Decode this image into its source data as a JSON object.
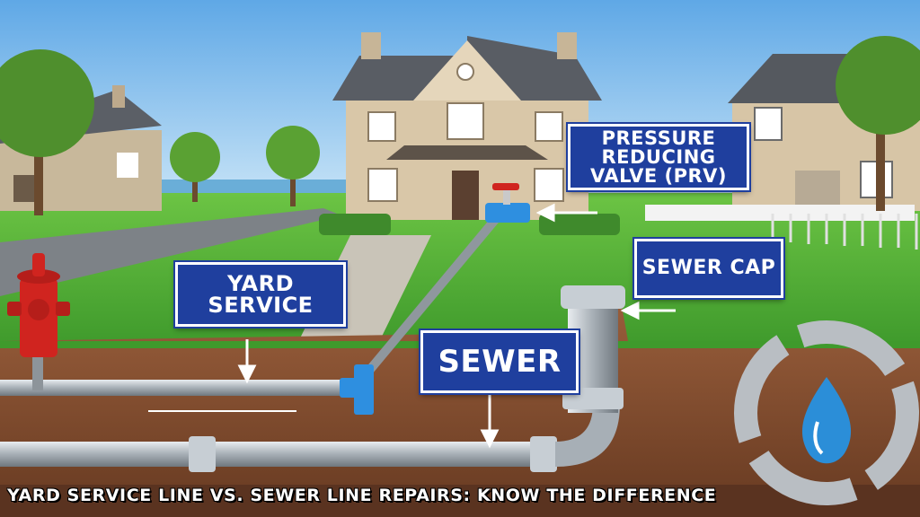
{
  "labels": {
    "prv": "Pressure Reducing Valve (PRV)",
    "sewer_cap": "Sewer Cap",
    "yard_service": "Yard Service",
    "sewer": "Sewer"
  },
  "caption": "Yard Service Line vs. Sewer Line Repairs: Know the Difference",
  "logo": {
    "icon": "water-drop-icon"
  },
  "colors": {
    "label_bg": "#1f3f9e",
    "sky": "#8fc8ef",
    "grass": "#58b53a",
    "soil": "#8d5536",
    "pipe": "#a9b0b6",
    "valve": "#2e8fe0",
    "hydrant": "#d0241f"
  }
}
